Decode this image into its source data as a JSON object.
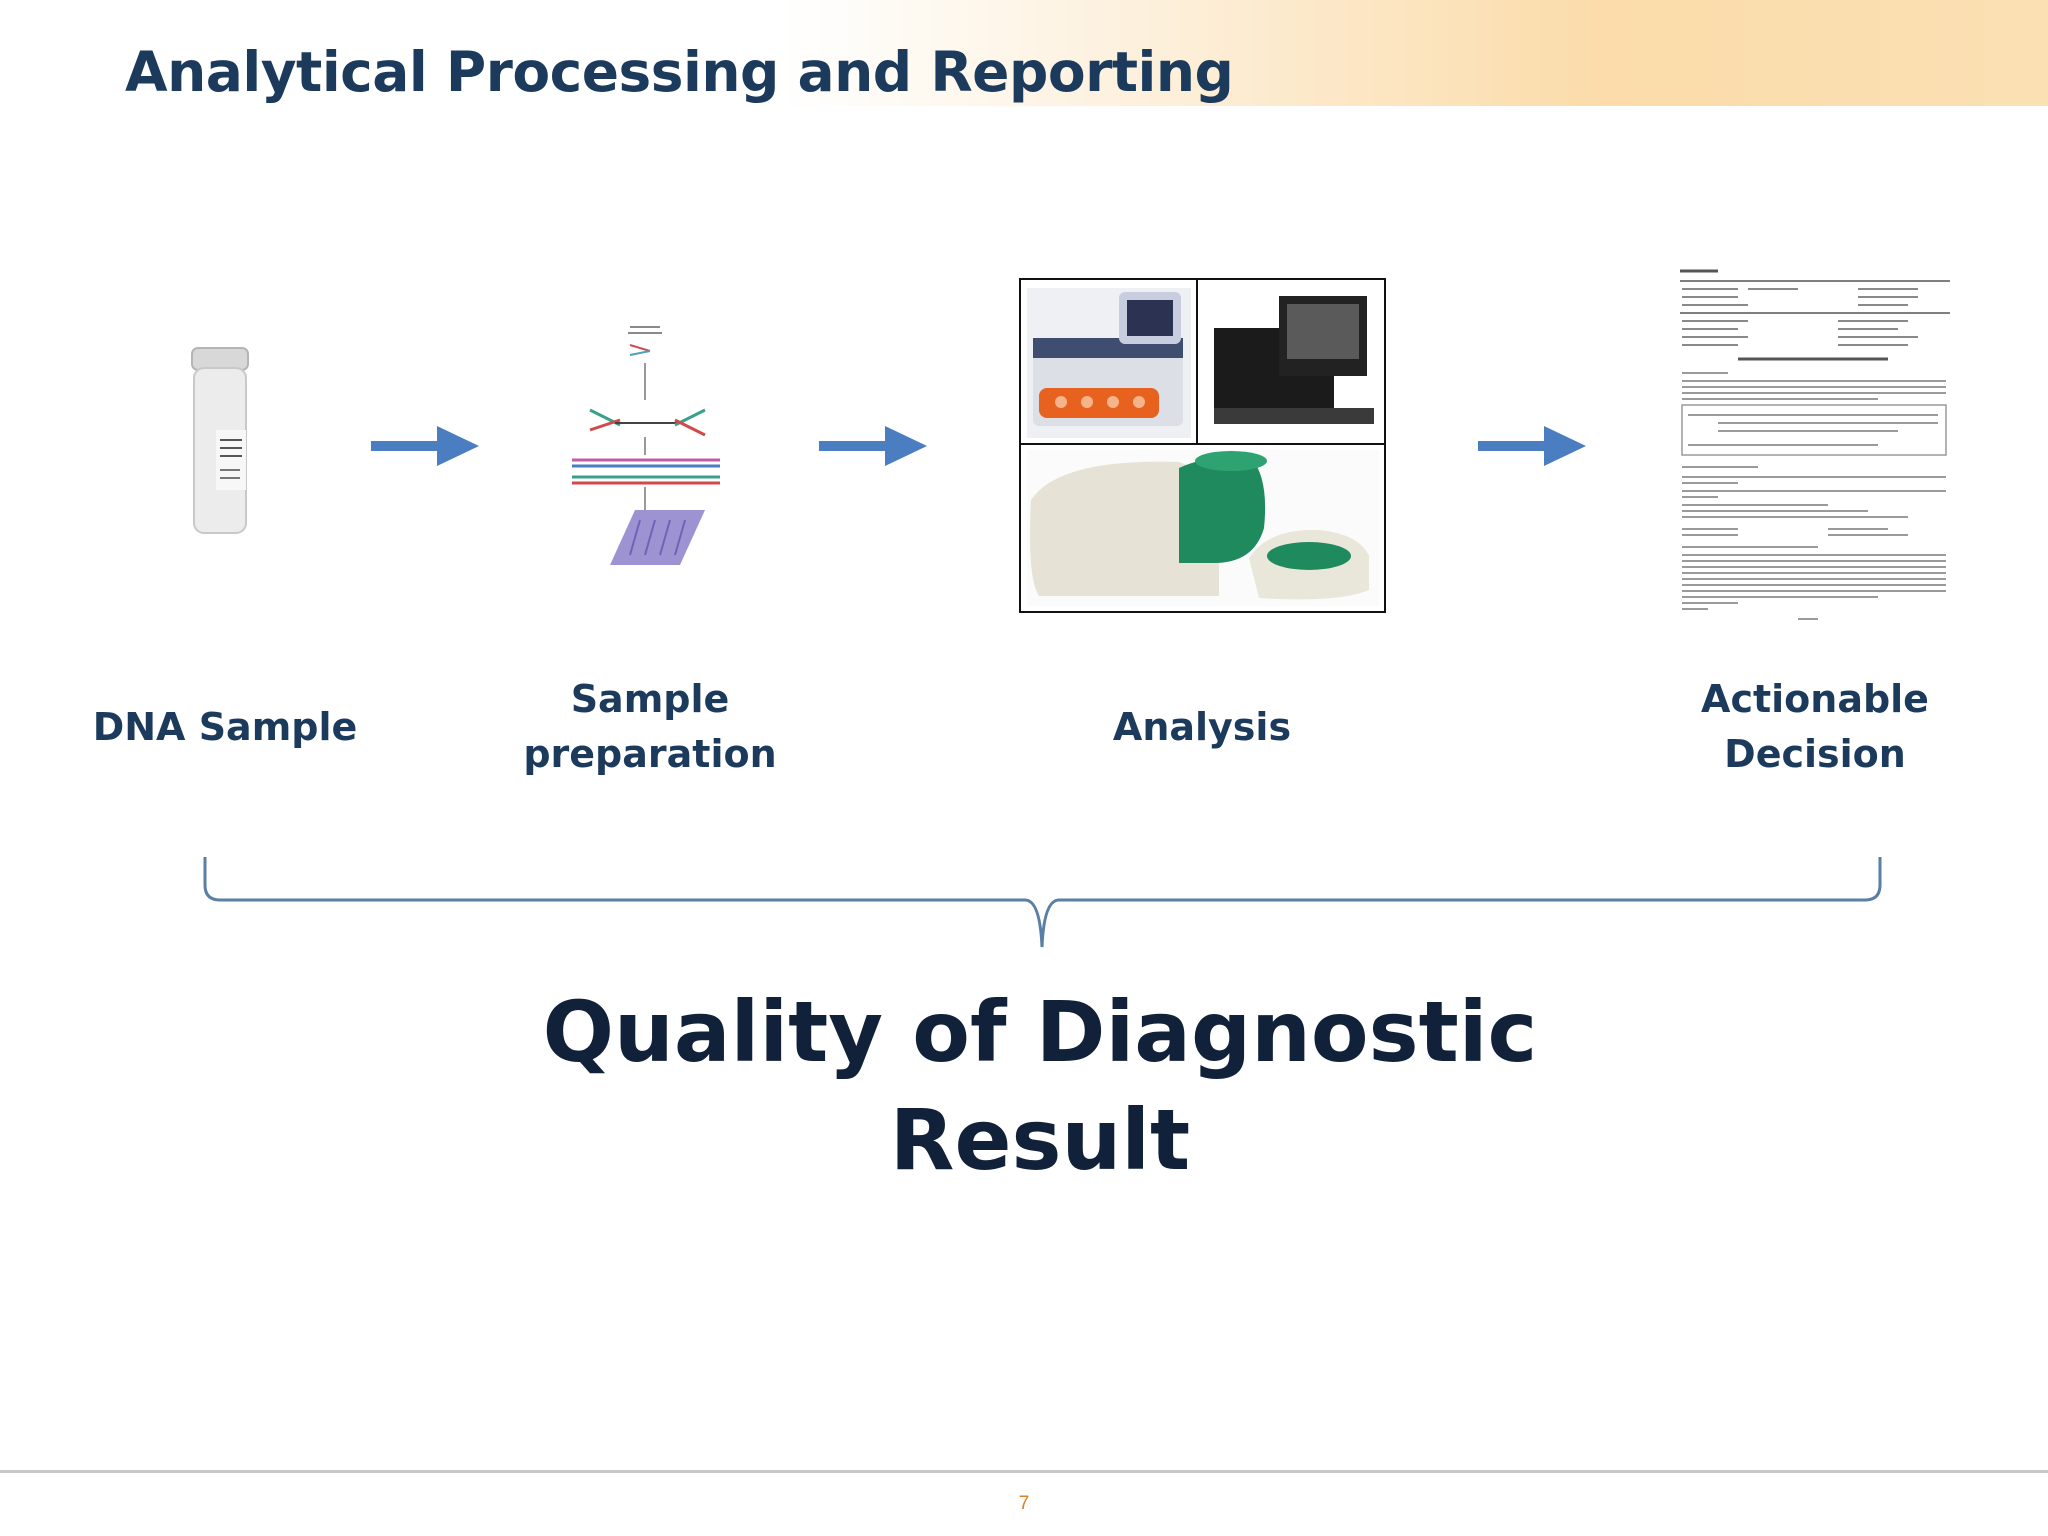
{
  "slide": {
    "title": "Analytical Processing and Reporting",
    "page_number": "7"
  },
  "stages": [
    {
      "label": "DNA Sample",
      "image": "dna-sample-tube"
    },
    {
      "label_line1": "Sample",
      "label_line2": "preparation",
      "image": "sample-preparation-schematic"
    },
    {
      "label": "Analysis",
      "image": "analysis-instruments-photo"
    },
    {
      "label_line1": "Actionable",
      "label_line2": "Decision",
      "image": "diagnostic-report-document"
    }
  ],
  "summary": {
    "line1": "Quality of Diagnostic",
    "line2": "Result"
  },
  "colors": {
    "title": "#1b3a5c",
    "arrow": "#4a7ec0",
    "brace": "#5a7fa6",
    "page_number": "#d9822b"
  }
}
